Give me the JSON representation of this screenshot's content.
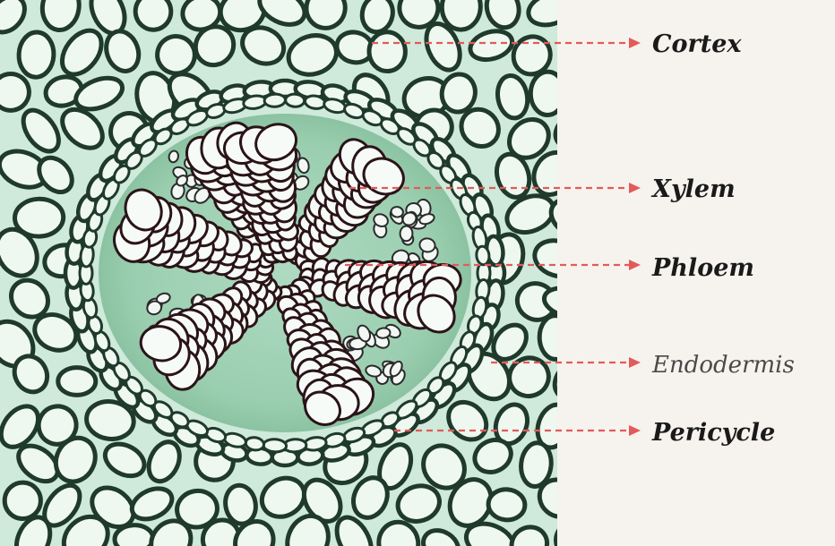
{
  "labels": {
    "cortex": "Cortex",
    "xylem": "Xylem",
    "phloem": "Phloem",
    "endodermis": "Endodermis",
    "pericycle": "Pericycle"
  },
  "colors": {
    "background": "#f6f3ee",
    "cell_fill": "#eef8f1",
    "cell_wall": "#1f3a2b",
    "stele_tint": "#8fc9ac",
    "xylem_wall": "#2a1418",
    "pointer": "#e35a5a",
    "label_text": "#1a1a1a"
  }
}
